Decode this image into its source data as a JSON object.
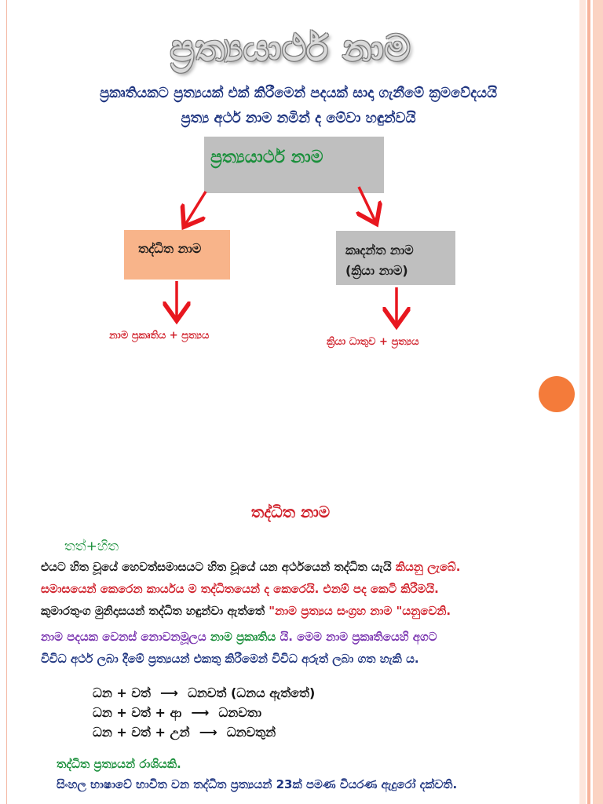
{
  "title": "ප්‍රත්‍යයාර්ථ නාම",
  "subtitle": {
    "line1": "ප්‍රකෘතියකට ප්‍රත්‍යයක් එක් කිරීමෙන් පදයක් සාදා ගැනීමේ ක්‍රමවේදයයි",
    "line2": "ප්‍රත්‍ය අර්ථ නාම නමින් ද මේවා හඳුන්වයි"
  },
  "diagram": {
    "top_box": "ප්‍රත්‍යයාර්ථ නාම",
    "left_box": "තද්ධිත නාම",
    "right_box_line1": "කෘදන්ත නාම",
    "right_box_line2": "(ක්‍රියා නාම)",
    "left_formula": "නාම ප්‍රකෘතිය + ප්‍රත්‍යය",
    "right_formula": "ක්‍රියා ධාතුව + ප්‍රත්‍යය"
  },
  "section": {
    "heading": "තද්ධිත නාම",
    "etymology": "තත්+හිත",
    "p1_a": "එයට හිත වූයේ හෙවත්සමාසයට හිත වූයේ යන අර්ථයෙන් තද්ධිත යැයි ",
    "p1_b": "කියනු ලැබේ.",
    "p2": "සමාසයෙන්  කෙරෙන කාර්යය ම තද්ධිතයෙන් ද කෙරෙයි. එනම් පද කෙටි කිරීමයි.",
    "p3_a": "කුමාරතුංග මුනිදාසයන් තද්ධිත හඳුන්වා ඇත්තේ ",
    "p3_b": "\"නාම ප්‍රත්‍යය සංග්‍රහ නාම \"යනුවෙනි.",
    "p4_a": "නාම පදයක වෙනස් නොවනමූලය ",
    "p4_b": "නාම ප්‍රකෘතිය",
    "p4_c": " යි. මෙම නාම ප්‍රකෘතියෙහි අගට",
    "p5": "විවිධ අර්ථ ලබා දීමේ ප්‍රත්‍යයන් එකතු කිරීමෙන් විවිධ අරුත් ලබා ගත හැකි ය.",
    "examples": [
      {
        "lhs": "ධන + වත්",
        "arrow": "⟶",
        "rhs": "ධනවත් (ධනය ඇත්තේ)"
      },
      {
        "lhs": "ධන + වත් + ආ",
        "arrow": "⟶",
        "rhs": "ධනවතා"
      },
      {
        "lhs": "ධන + වත් + උන්",
        "arrow": "⟶",
        "rhs": " ධනවතුන්"
      }
    ],
    "note1": "තද්ධිත ප්‍රත්‍යයන් රාශියකි.",
    "note2": "සිංහල භාෂාවේ භාවිත වන තද්ධිත ප්‍රත්‍යයන් 23ක් පමණ වියරණ ඇදුරෝ දක්වති."
  },
  "colors": {
    "title_fill": "#d9d9d9",
    "subtitle": "#1f3580",
    "box_gray": "#bfbfbf",
    "box_orange": "#f8b48a",
    "arrow_red": "#e8171f",
    "accent_orange": "#f47b3a"
  }
}
